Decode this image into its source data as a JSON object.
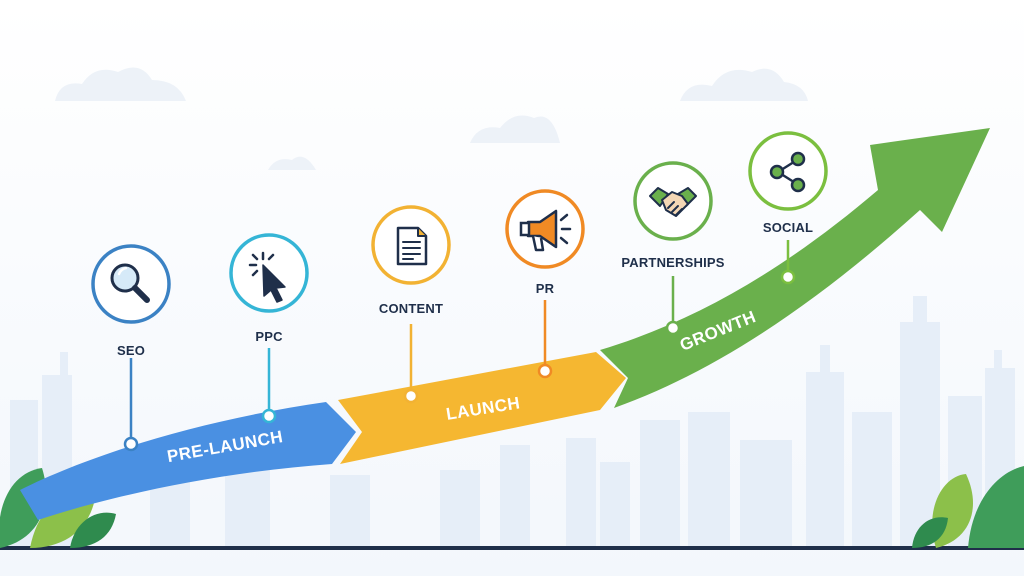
{
  "stages": [
    {
      "id": "pre-launch",
      "label": "PRE-LAUNCH",
      "color": "#4a90e2"
    },
    {
      "id": "launch",
      "label": "LAUNCH",
      "color": "#f5b731"
    },
    {
      "id": "growth",
      "label": "GROWTH",
      "color": "#6ab04c"
    }
  ],
  "channels": [
    {
      "id": "seo",
      "label": "SEO",
      "icon": "magnifier-icon",
      "color": "#3b82c4"
    },
    {
      "id": "ppc",
      "label": "PPC",
      "icon": "cursor-click-icon",
      "color": "#35b5d6"
    },
    {
      "id": "content",
      "label": "CONTENT",
      "icon": "document-icon",
      "color": "#f2b233"
    },
    {
      "id": "pr",
      "label": "PR",
      "icon": "megaphone-icon",
      "color": "#f08a24"
    },
    {
      "id": "partnerships",
      "label": "PARTNERSHIPS",
      "icon": "handshake-icon",
      "color": "#6ab04c"
    },
    {
      "id": "social",
      "label": "SOCIAL",
      "icon": "share-icon",
      "color": "#7bbf3f"
    }
  ]
}
